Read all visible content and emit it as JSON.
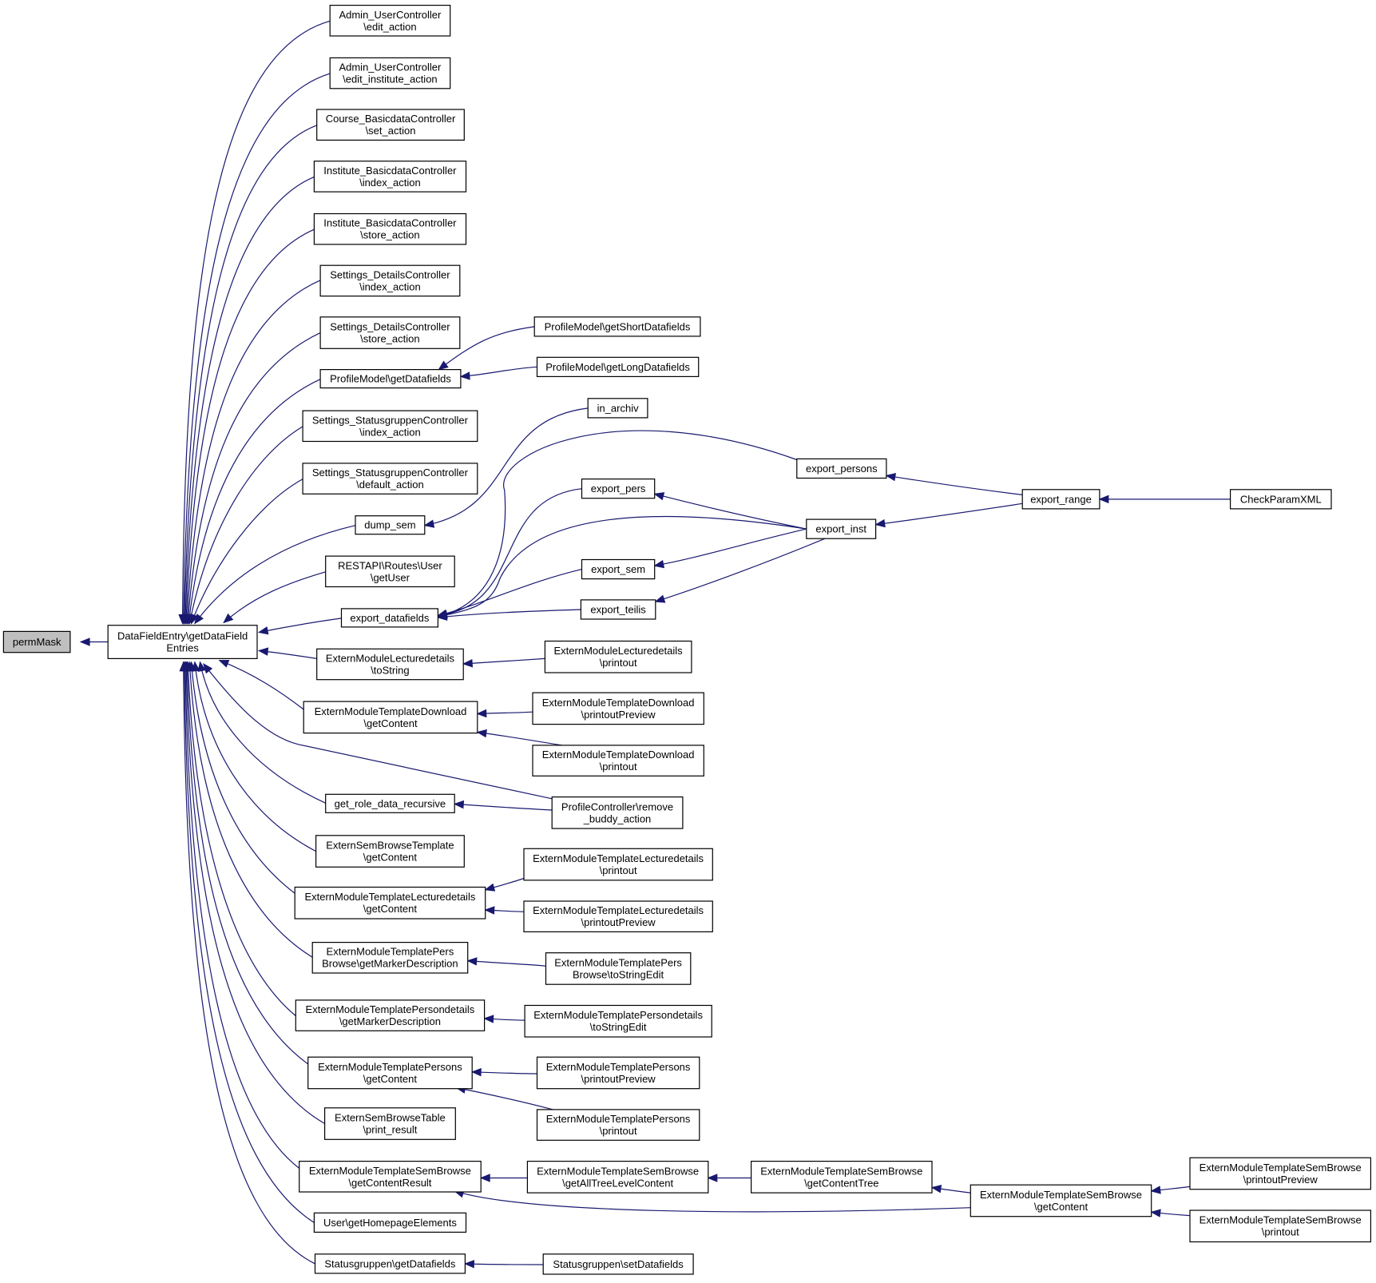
{
  "graph": {
    "root": "permMask",
    "nodes": [
      {
        "id": "n0",
        "lines": [
          "permMask"
        ],
        "root": true
      },
      {
        "id": "n1",
        "lines": [
          "DataFieldEntry\\getDataField",
          "Entries"
        ]
      },
      {
        "id": "n2",
        "lines": [
          "Admin_UserController",
          "\\edit_action"
        ]
      },
      {
        "id": "n3",
        "lines": [
          "Admin_UserController",
          "\\edit_institute_action"
        ]
      },
      {
        "id": "n4",
        "lines": [
          "Course_BasicdataController",
          "\\set_action"
        ]
      },
      {
        "id": "n5",
        "lines": [
          "Institute_BasicdataController",
          "\\index_action"
        ]
      },
      {
        "id": "n6",
        "lines": [
          "Institute_BasicdataController",
          "\\store_action"
        ]
      },
      {
        "id": "n7",
        "lines": [
          "Settings_DetailsController",
          "\\index_action"
        ]
      },
      {
        "id": "n8",
        "lines": [
          "Settings_DetailsController",
          "\\store_action"
        ]
      },
      {
        "id": "n9",
        "lines": [
          "ProfileModel\\getDatafields"
        ]
      },
      {
        "id": "n10",
        "lines": [
          "Settings_StatusgruppenController",
          "\\index_action"
        ]
      },
      {
        "id": "n11",
        "lines": [
          "Settings_StatusgruppenController",
          "\\default_action"
        ]
      },
      {
        "id": "n12",
        "lines": [
          "dump_sem"
        ]
      },
      {
        "id": "n13",
        "lines": [
          "RESTAPI\\Routes\\User",
          "\\getUser"
        ]
      },
      {
        "id": "n14",
        "lines": [
          "export_datafields"
        ]
      },
      {
        "id": "n15",
        "lines": [
          "ExternModuleLecturedetails",
          "\\toString"
        ]
      },
      {
        "id": "n16",
        "lines": [
          "ExternModuleTemplateDownload",
          "\\getContent"
        ]
      },
      {
        "id": "n17",
        "lines": [
          "get_role_data_recursive"
        ]
      },
      {
        "id": "n18",
        "lines": [
          "ExternSemBrowseTemplate",
          "\\getContent"
        ]
      },
      {
        "id": "n19",
        "lines": [
          "ExternModuleTemplateLecturedetails",
          "\\getContent"
        ]
      },
      {
        "id": "n20",
        "lines": [
          "ExternModuleTemplatePers",
          "Browse\\getMarkerDescription"
        ]
      },
      {
        "id": "n21",
        "lines": [
          "ExternModuleTemplatePersondetails",
          "\\getMarkerDescription"
        ]
      },
      {
        "id": "n22",
        "lines": [
          "ExternModuleTemplatePersons",
          "\\getContent"
        ]
      },
      {
        "id": "n23",
        "lines": [
          "ExternSemBrowseTable",
          "\\print_result"
        ]
      },
      {
        "id": "n24",
        "lines": [
          "ExternModuleTemplateSemBrowse",
          "\\getContentResult"
        ]
      },
      {
        "id": "n25",
        "lines": [
          "User\\getHomepageElements"
        ]
      },
      {
        "id": "n26",
        "lines": [
          "Statusgruppen\\getDatafields"
        ]
      },
      {
        "id": "n27",
        "lines": [
          "ProfileModel\\getShortDatafields"
        ]
      },
      {
        "id": "n28",
        "lines": [
          "ProfileModel\\getLongDatafields"
        ]
      },
      {
        "id": "n29",
        "lines": [
          "in_archiv"
        ]
      },
      {
        "id": "n30",
        "lines": [
          "export_pers"
        ]
      },
      {
        "id": "n31",
        "lines": [
          "export_sem"
        ]
      },
      {
        "id": "n32",
        "lines": [
          "export_teilis"
        ]
      },
      {
        "id": "n33",
        "lines": [
          "export_persons"
        ]
      },
      {
        "id": "n34",
        "lines": [
          "export_inst"
        ]
      },
      {
        "id": "n35",
        "lines": [
          "export_range"
        ]
      },
      {
        "id": "n36",
        "lines": [
          "CheckParamXML"
        ]
      },
      {
        "id": "n37",
        "lines": [
          "ExternModuleLecturedetails",
          "\\printout"
        ]
      },
      {
        "id": "n38",
        "lines": [
          "ExternModuleTemplateDownload",
          "\\printoutPreview"
        ]
      },
      {
        "id": "n39",
        "lines": [
          "ExternModuleTemplateDownload",
          "\\printout"
        ]
      },
      {
        "id": "n40",
        "lines": [
          "ProfileController\\remove",
          "_buddy_action"
        ]
      },
      {
        "id": "n41",
        "lines": [
          "ExternModuleTemplateLecturedetails",
          "\\printout"
        ]
      },
      {
        "id": "n42",
        "lines": [
          "ExternModuleTemplateLecturedetails",
          "\\printoutPreview"
        ]
      },
      {
        "id": "n43",
        "lines": [
          "ExternModuleTemplatePers",
          "Browse\\toStringEdit"
        ]
      },
      {
        "id": "n44",
        "lines": [
          "ExternModuleTemplatePersondetails",
          "\\toStringEdit"
        ]
      },
      {
        "id": "n45",
        "lines": [
          "ExternModuleTemplatePersons",
          "\\printoutPreview"
        ]
      },
      {
        "id": "n46",
        "lines": [
          "ExternModuleTemplatePersons",
          "\\printout"
        ]
      },
      {
        "id": "n47",
        "lines": [
          "ExternModuleTemplateSemBrowse",
          "\\getAllTreeLevelContent"
        ]
      },
      {
        "id": "n48",
        "lines": [
          "ExternModuleTemplateSemBrowse",
          "\\getContentTree"
        ]
      },
      {
        "id": "n49",
        "lines": [
          "ExternModuleTemplateSemBrowse",
          "\\getContent"
        ]
      },
      {
        "id": "n50",
        "lines": [
          "ExternModuleTemplateSemBrowse",
          "\\printoutPreview"
        ]
      },
      {
        "id": "n51",
        "lines": [
          "ExternModuleTemplateSemBrowse",
          "\\printout"
        ]
      },
      {
        "id": "n52",
        "lines": [
          "Statusgruppen\\setDatafields"
        ]
      }
    ],
    "edges": [
      [
        "n1",
        "n0"
      ],
      [
        "n2",
        "n1"
      ],
      [
        "n3",
        "n1"
      ],
      [
        "n4",
        "n1"
      ],
      [
        "n5",
        "n1"
      ],
      [
        "n6",
        "n1"
      ],
      [
        "n7",
        "n1"
      ],
      [
        "n8",
        "n1"
      ],
      [
        "n9",
        "n1"
      ],
      [
        "n10",
        "n1"
      ],
      [
        "n11",
        "n1"
      ],
      [
        "n12",
        "n1"
      ],
      [
        "n13",
        "n1"
      ],
      [
        "n14",
        "n1"
      ],
      [
        "n15",
        "n1"
      ],
      [
        "n16",
        "n1"
      ],
      [
        "n17",
        "n1"
      ],
      [
        "n18",
        "n1"
      ],
      [
        "n19",
        "n1"
      ],
      [
        "n20",
        "n1"
      ],
      [
        "n21",
        "n1"
      ],
      [
        "n22",
        "n1"
      ],
      [
        "n23",
        "n1"
      ],
      [
        "n24",
        "n1"
      ],
      [
        "n25",
        "n1"
      ],
      [
        "n26",
        "n1"
      ],
      [
        "n40",
        "n1"
      ],
      [
        "n27",
        "n9"
      ],
      [
        "n28",
        "n9"
      ],
      [
        "n29",
        "n12"
      ],
      [
        "n30",
        "n14"
      ],
      [
        "n31",
        "n14"
      ],
      [
        "n32",
        "n14"
      ],
      [
        "n33",
        "n14"
      ],
      [
        "n34",
        "n14"
      ],
      [
        "n34",
        "n30"
      ],
      [
        "n34",
        "n31"
      ],
      [
        "n34",
        "n32"
      ],
      [
        "n35",
        "n33"
      ],
      [
        "n35",
        "n34"
      ],
      [
        "n36",
        "n35"
      ],
      [
        "n37",
        "n15"
      ],
      [
        "n38",
        "n16"
      ],
      [
        "n39",
        "n16"
      ],
      [
        "n40",
        "n17"
      ],
      [
        "n41",
        "n19"
      ],
      [
        "n42",
        "n19"
      ],
      [
        "n43",
        "n20"
      ],
      [
        "n44",
        "n21"
      ],
      [
        "n45",
        "n22"
      ],
      [
        "n46",
        "n22"
      ],
      [
        "n47",
        "n24"
      ],
      [
        "n49",
        "n24"
      ],
      [
        "n48",
        "n47"
      ],
      [
        "n49",
        "n48"
      ],
      [
        "n50",
        "n49"
      ],
      [
        "n51",
        "n49"
      ],
      [
        "n52",
        "n26"
      ]
    ]
  }
}
